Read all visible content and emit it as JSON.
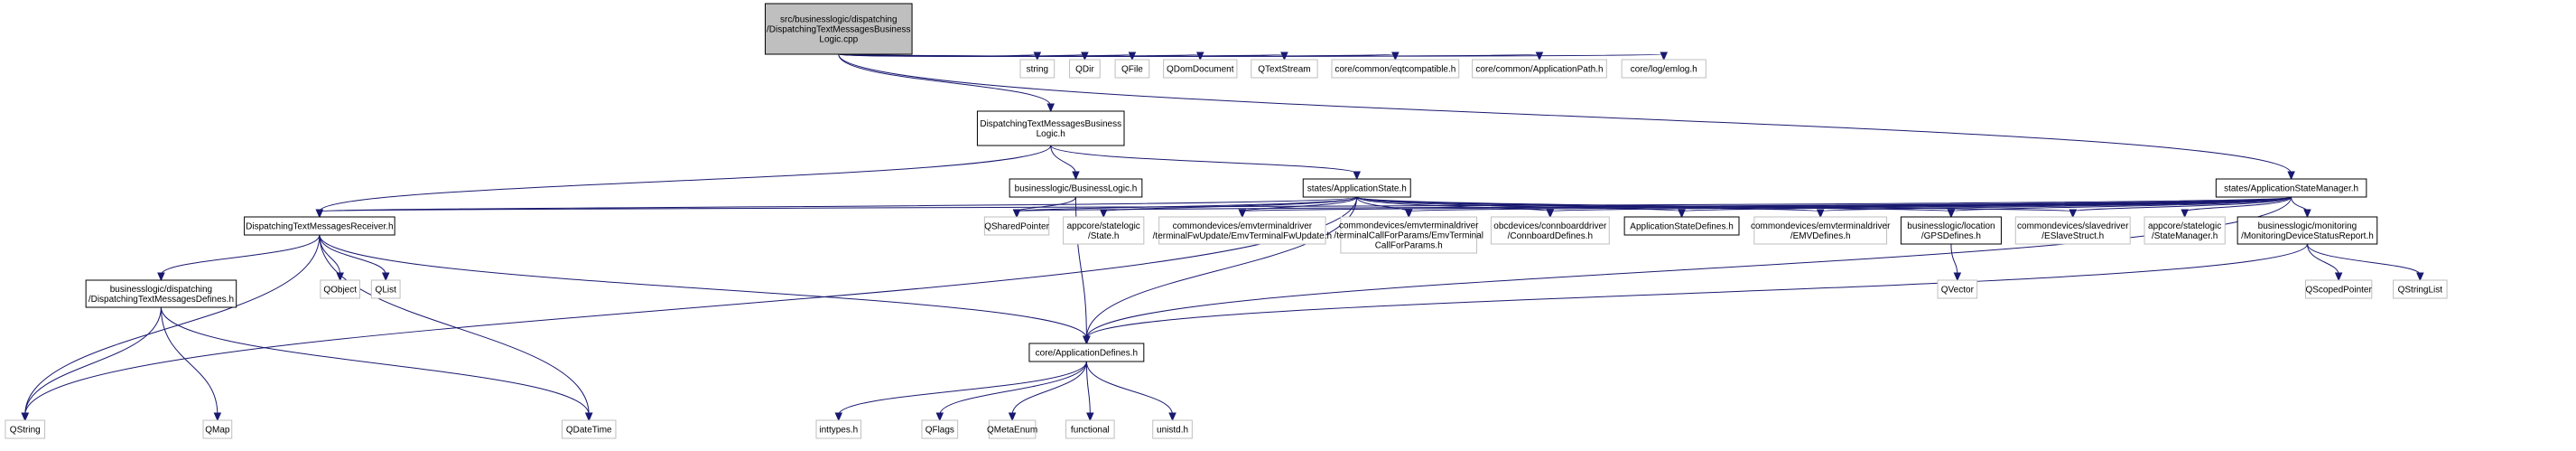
{
  "diagram": {
    "type": "include-dependency-graph",
    "root": "root",
    "nodes": [
      {
        "id": "root",
        "lines": [
          "src/businesslogic/dispatching",
          "/DispatchingTextMessagesBusiness",
          "Logic.cpp"
        ],
        "kind": "root"
      },
      {
        "id": "dtmbl_h",
        "lines": [
          "DispatchingTextMessagesBusiness",
          "Logic.h"
        ],
        "kind": "internal"
      },
      {
        "id": "string",
        "lines": [
          "string"
        ],
        "kind": "external"
      },
      {
        "id": "qdir",
        "lines": [
          "QDir"
        ],
        "kind": "external"
      },
      {
        "id": "qfile",
        "lines": [
          "QFile"
        ],
        "kind": "external"
      },
      {
        "id": "qdomdocument",
        "lines": [
          "QDomDocument"
        ],
        "kind": "external"
      },
      {
        "id": "qtextstream",
        "lines": [
          "QTextStream"
        ],
        "kind": "external"
      },
      {
        "id": "eqtcompatible",
        "lines": [
          "core/common/eqtcompatible.h"
        ],
        "kind": "external"
      },
      {
        "id": "apppath",
        "lines": [
          "core/common/ApplicationPath.h"
        ],
        "kind": "external"
      },
      {
        "id": "emlog",
        "lines": [
          "core/log/emlog.h"
        ],
        "kind": "external"
      },
      {
        "id": "businesslogic_h",
        "lines": [
          "businesslogic/BusinessLogic.h"
        ],
        "kind": "internal"
      },
      {
        "id": "appstate_h",
        "lines": [
          "states/ApplicationState.h"
        ],
        "kind": "internal"
      },
      {
        "id": "appstatemgr_h",
        "lines": [
          "states/ApplicationStateManager.h"
        ],
        "kind": "internal"
      },
      {
        "id": "receiver_h",
        "lines": [
          "DispatchingTextMessagesReceiver.h"
        ],
        "kind": "internal"
      },
      {
        "id": "qsharedpointer",
        "lines": [
          "QSharedPointer"
        ],
        "kind": "external"
      },
      {
        "id": "state_h",
        "lines": [
          "appcore/statelogic",
          "/State.h"
        ],
        "kind": "external"
      },
      {
        "id": "fwupdate_h",
        "lines": [
          "commondevices/emvterminaldriver",
          "/terminalFwUpdate/EmvTerminalFwUpdate.h"
        ],
        "kind": "external"
      },
      {
        "id": "callforparams_h",
        "lines": [
          "commondevices/emvterminaldriver",
          "/terminalCallForParams/EmvTerminal",
          "CallForParams.h"
        ],
        "kind": "external"
      },
      {
        "id": "connboard_h",
        "lines": [
          "obcdevices/connboarddriver",
          "/ConnboardDefines.h"
        ],
        "kind": "external"
      },
      {
        "id": "appstatedefines_h",
        "lines": [
          "ApplicationStateDefines.h"
        ],
        "kind": "internal"
      },
      {
        "id": "emvdefines_h",
        "lines": [
          "commondevices/emvterminaldriver",
          "/EMVDefines.h"
        ],
        "kind": "external"
      },
      {
        "id": "gpsdefines_h",
        "lines": [
          "businesslogic/location",
          "/GPSDefines.h"
        ],
        "kind": "internal"
      },
      {
        "id": "eslavestruct_h",
        "lines": [
          "commondevices/slavedriver",
          "/ESlaveStruct.h"
        ],
        "kind": "external"
      },
      {
        "id": "statemanager_h",
        "lines": [
          "appcore/statelogic",
          "/StateManager.h"
        ],
        "kind": "external"
      },
      {
        "id": "monitoring_h",
        "lines": [
          "businesslogic/monitoring",
          "/MonitoringDeviceStatusReport.h"
        ],
        "kind": "internal"
      },
      {
        "id": "msgdefines_h",
        "lines": [
          "businesslogic/dispatching",
          "/DispatchingTextMessagesDefines.h"
        ],
        "kind": "internal"
      },
      {
        "id": "qobject",
        "lines": [
          "QObject"
        ],
        "kind": "external"
      },
      {
        "id": "qlist",
        "lines": [
          "QList"
        ],
        "kind": "external"
      },
      {
        "id": "appdefines_h",
        "lines": [
          "core/ApplicationDefines.h"
        ],
        "kind": "internal"
      },
      {
        "id": "qvector",
        "lines": [
          "QVector"
        ],
        "kind": "external"
      },
      {
        "id": "qscopedpointer",
        "lines": [
          "QScopedPointer"
        ],
        "kind": "external"
      },
      {
        "id": "qstringlist",
        "lines": [
          "QStringList"
        ],
        "kind": "external"
      },
      {
        "id": "qstring",
        "lines": [
          "QString"
        ],
        "kind": "external"
      },
      {
        "id": "qmap",
        "lines": [
          "QMap"
        ],
        "kind": "external"
      },
      {
        "id": "qdatetime",
        "lines": [
          "QDateTime"
        ],
        "kind": "external"
      },
      {
        "id": "inttypes",
        "lines": [
          "inttypes.h"
        ],
        "kind": "external"
      },
      {
        "id": "qflags",
        "lines": [
          "QFlags"
        ],
        "kind": "external"
      },
      {
        "id": "qmetaenum",
        "lines": [
          "QMetaEnum"
        ],
        "kind": "external"
      },
      {
        "id": "functional",
        "lines": [
          "functional"
        ],
        "kind": "external"
      },
      {
        "id": "unistd",
        "lines": [
          "unistd.h"
        ],
        "kind": "external"
      }
    ],
    "edges": [
      [
        "root",
        "dtmbl_h"
      ],
      [
        "root",
        "string"
      ],
      [
        "root",
        "qdir"
      ],
      [
        "root",
        "qfile"
      ],
      [
        "root",
        "qdomdocument"
      ],
      [
        "root",
        "qtextstream"
      ],
      [
        "root",
        "eqtcompatible"
      ],
      [
        "root",
        "apppath"
      ],
      [
        "root",
        "emlog"
      ],
      [
        "root",
        "appstatemgr_h"
      ],
      [
        "dtmbl_h",
        "businesslogic_h"
      ],
      [
        "dtmbl_h",
        "appstate_h"
      ],
      [
        "dtmbl_h",
        "receiver_h"
      ],
      [
        "businesslogic_h",
        "qsharedpointer"
      ],
      [
        "businesslogic_h",
        "appdefines_h"
      ],
      [
        "appstate_h",
        "receiver_h"
      ],
      [
        "appstate_h",
        "qsharedpointer"
      ],
      [
        "appstate_h",
        "state_h"
      ],
      [
        "appstate_h",
        "fwupdate_h"
      ],
      [
        "appstate_h",
        "callforparams_h"
      ],
      [
        "appstate_h",
        "connboard_h"
      ],
      [
        "appstate_h",
        "appstatedefines_h"
      ],
      [
        "appstate_h",
        "emvdefines_h"
      ],
      [
        "appstate_h",
        "gpsdefines_h"
      ],
      [
        "appstate_h",
        "eslavestruct_h"
      ],
      [
        "appstate_h",
        "appdefines_h"
      ],
      [
        "appstate_h",
        "qstring"
      ],
      [
        "appstatemgr_h",
        "receiver_h"
      ],
      [
        "appstatemgr_h",
        "qsharedpointer"
      ],
      [
        "appstatemgr_h",
        "fwupdate_h"
      ],
      [
        "appstatemgr_h",
        "callforparams_h"
      ],
      [
        "appstatemgr_h",
        "connboard_h"
      ],
      [
        "appstatemgr_h",
        "appstatedefines_h"
      ],
      [
        "appstatemgr_h",
        "emvdefines_h"
      ],
      [
        "appstatemgr_h",
        "gpsdefines_h"
      ],
      [
        "appstatemgr_h",
        "eslavestruct_h"
      ],
      [
        "appstatemgr_h",
        "statemanager_h"
      ],
      [
        "appstatemgr_h",
        "monitoring_h"
      ],
      [
        "appstatemgr_h",
        "appdefines_h"
      ],
      [
        "receiver_h",
        "msgdefines_h"
      ],
      [
        "receiver_h",
        "qobject"
      ],
      [
        "receiver_h",
        "qlist"
      ],
      [
        "receiver_h",
        "appdefines_h"
      ],
      [
        "receiver_h",
        "qstring"
      ],
      [
        "receiver_h",
        "qdatetime"
      ],
      [
        "msgdefines_h",
        "qstring"
      ],
      [
        "msgdefines_h",
        "qmap"
      ],
      [
        "msgdefines_h",
        "qdatetime"
      ],
      [
        "gpsdefines_h",
        "qvector"
      ],
      [
        "monitoring_h",
        "appdefines_h"
      ],
      [
        "monitoring_h",
        "qscopedpointer"
      ],
      [
        "monitoring_h",
        "qstringlist"
      ],
      [
        "appdefines_h",
        "inttypes"
      ],
      [
        "appdefines_h",
        "qflags"
      ],
      [
        "appdefines_h",
        "qmetaenum"
      ],
      [
        "appdefines_h",
        "functional"
      ],
      [
        "appdefines_h",
        "unistd"
      ]
    ]
  }
}
